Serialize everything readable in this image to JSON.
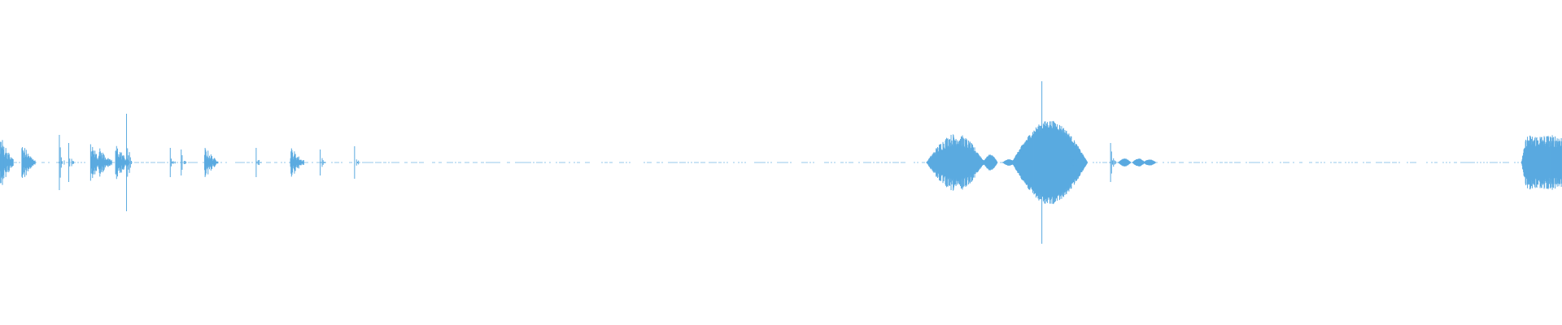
{
  "waveform": {
    "color": "#5aaae0",
    "background": "#ffffff",
    "duration_units": 1000,
    "amplitude_max": 1.0,
    "envelope": [
      {
        "t": 0,
        "amp": 0.18,
        "kind": "noise"
      },
      {
        "t": 14,
        "amp": 0.12,
        "kind": "noise"
      },
      {
        "t": 38,
        "amp": 0.17,
        "kind": "spike"
      },
      {
        "t": 44,
        "amp": 0.12,
        "kind": "spike"
      },
      {
        "t": 58,
        "amp": 0.12,
        "kind": "noise"
      },
      {
        "t": 63,
        "amp": 0.1,
        "kind": "noise"
      },
      {
        "t": 74,
        "amp": 0.12,
        "kind": "noise"
      },
      {
        "t": 81,
        "amp": 0.3,
        "kind": "spike"
      },
      {
        "t": 109,
        "amp": 0.09,
        "kind": "spike"
      },
      {
        "t": 116,
        "amp": 0.08,
        "kind": "spike"
      },
      {
        "t": 131,
        "amp": 0.1,
        "kind": "noise"
      },
      {
        "t": 164,
        "amp": 0.09,
        "kind": "spike"
      },
      {
        "t": 186,
        "amp": 0.1,
        "kind": "noise"
      },
      {
        "t": 205,
        "amp": 0.08,
        "kind": "spike"
      },
      {
        "t": 227,
        "amp": 0.1,
        "kind": "spike"
      },
      {
        "t": 593,
        "amp": 0.18,
        "kind": "burst"
      },
      {
        "t": 634,
        "amp": 0.05,
        "kind": "blob"
      },
      {
        "t": 646,
        "amp": 0.02,
        "kind": "blob"
      },
      {
        "t": 667,
        "amp": 0.5,
        "kind": "spike"
      },
      {
        "t": 672,
        "amp": 0.26,
        "kind": "blob"
      },
      {
        "t": 682,
        "amp": 0.06,
        "kind": "blob"
      },
      {
        "t": 689,
        "amp": 0.02,
        "kind": "blob"
      },
      {
        "t": 711,
        "amp": 0.12,
        "kind": "spike"
      },
      {
        "t": 720,
        "amp": 0.025,
        "kind": "blob"
      },
      {
        "t": 729,
        "amp": 0.025,
        "kind": "blob"
      },
      {
        "t": 736,
        "amp": 0.02,
        "kind": "blob"
      },
      {
        "t": 974,
        "amp": 0.17,
        "kind": "burst"
      }
    ]
  }
}
